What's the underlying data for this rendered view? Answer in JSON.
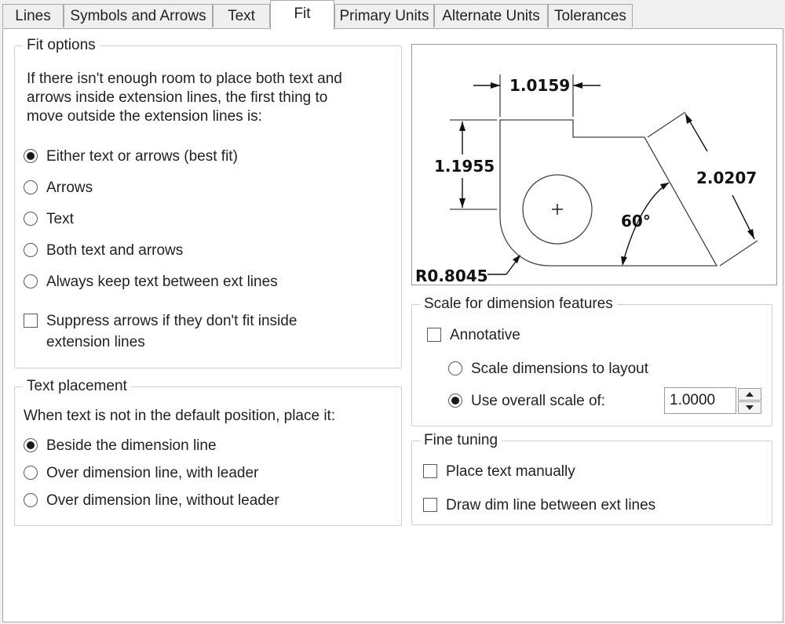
{
  "tabs": [
    {
      "label": "Lines"
    },
    {
      "label": "Symbols and Arrows"
    },
    {
      "label": "Text"
    },
    {
      "label": "Fit",
      "active": true
    },
    {
      "label": "Primary Units"
    },
    {
      "label": "Alternate Units"
    },
    {
      "label": "Tolerances"
    }
  ],
  "fit_options": {
    "legend": "Fit options",
    "description": [
      "If there isn't enough room to place both text and",
      "arrows inside extension lines, the first thing to",
      "move outside the extension lines is:"
    ],
    "options": [
      {
        "label": "Either text or arrows (best fit)",
        "selected": true
      },
      {
        "label": "Arrows",
        "selected": false
      },
      {
        "label": "Text",
        "selected": false
      },
      {
        "label": "Both text and arrows",
        "selected": false
      },
      {
        "label": "Always keep text between ext lines",
        "selected": false
      }
    ],
    "suppress_arrows": {
      "label_line1": "Suppress arrows if they don't fit inside",
      "label_line2": "extension lines",
      "checked": false
    }
  },
  "text_placement": {
    "legend": "Text placement",
    "description": "When text is not in the default position, place it:",
    "options": [
      {
        "label": "Beside the dimension line",
        "selected": true
      },
      {
        "label": "Over dimension line, with leader",
        "selected": false
      },
      {
        "label": "Over dimension line, without leader",
        "selected": false
      }
    ]
  },
  "preview": {
    "dim_top": "1.0159",
    "dim_left": "1.1955",
    "dim_right": "2.0207",
    "dim_angle": "60°",
    "dim_radius": "R0.8045"
  },
  "scale": {
    "legend": "Scale for dimension features",
    "annotative_label": "Annotative",
    "annotative_checked": false,
    "scale_layout_label": "Scale dimensions to layout",
    "scale_layout_selected": false,
    "overall_label": "Use overall scale of:",
    "overall_selected": true,
    "overall_value": "1.0000"
  },
  "fine_tuning": {
    "legend": "Fine tuning",
    "place_text_manually": "Place text manually",
    "place_text_checked": false,
    "draw_dim_line": "Draw dim line between ext lines",
    "draw_dim_checked": false
  }
}
